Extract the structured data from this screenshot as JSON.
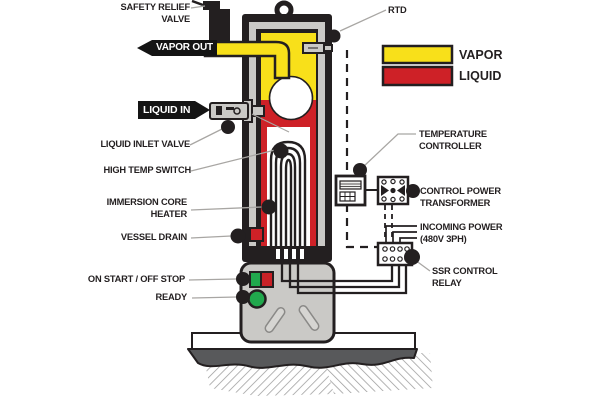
{
  "colors": {
    "vapor": "#F8E01A",
    "liquid": "#CE2127",
    "start_green": "#21A84D",
    "stop_red": "#C92127",
    "ready_green": "#21A84D",
    "slab_gray": "#58595B"
  },
  "legend": {
    "vapor": "VAPOR",
    "liquid": "LIQUID"
  },
  "labels": {
    "safety_relief_valve_1": "SAFETY RELIEF",
    "safety_relief_valve_2": "VALVE",
    "vapor_out": "VAPOR OUT",
    "liquid_in": "LIQUID IN",
    "liquid_inlet_valve": "LIQUID INLET VALVE",
    "high_temp_switch": "HIGH TEMP SWITCH",
    "immersion_core_heater_1": "IMMERSION CORE",
    "immersion_core_heater_2": "HEATER",
    "vessel_drain": "VESSEL DRAIN",
    "on_start_off_stop": "ON START / OFF STOP",
    "ready": "READY",
    "rtd": "RTD",
    "temperature_controller_1": "TEMPERATURE",
    "temperature_controller_2": "CONTROLLER",
    "control_power_transformer_1": "CONTROL POWER",
    "control_power_transformer_2": "TRANSFORMER",
    "incoming_power_1": "INCOMING POWER",
    "incoming_power_2": "(480V 3PH)",
    "ssr_control_relay_1": "SSR CONTROL",
    "ssr_control_relay_2": "RELAY"
  }
}
